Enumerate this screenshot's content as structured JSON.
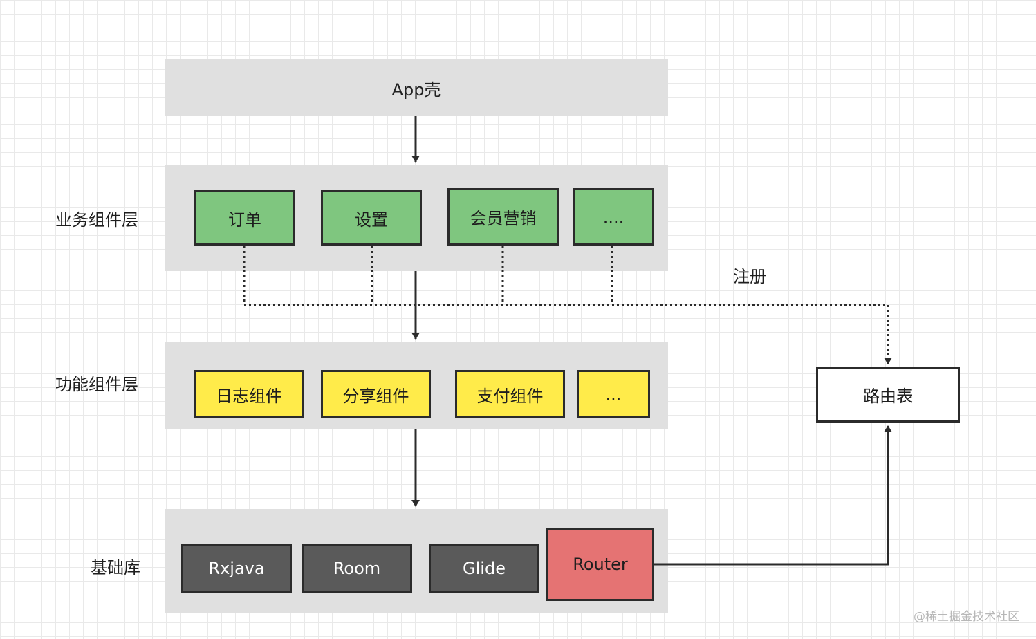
{
  "app_shell": {
    "label": "App壳"
  },
  "layers": {
    "business": {
      "label": "业务组件层",
      "items": [
        "订单",
        "设置",
        "会员营销",
        "...."
      ]
    },
    "function": {
      "label": "功能组件层",
      "items": [
        "日志组件",
        "分享组件",
        "支付组件",
        "..."
      ]
    },
    "base": {
      "label": "基础库",
      "items": [
        "Rxjava",
        "Room",
        "Glide",
        "Router"
      ]
    }
  },
  "register_label": "注册",
  "route_table": {
    "label": "路由表"
  },
  "watermark": "@稀土掘金技术社区",
  "colors": {
    "band": "#e0e0e0",
    "business_item": "#7fc67f",
    "function_item": "#ffeb4a",
    "base_item": "#5a5a5a",
    "router_item": "#e57373"
  }
}
